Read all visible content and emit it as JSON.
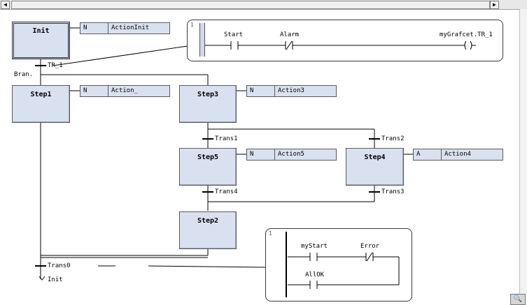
{
  "scrollbar": {
    "left_arrow": "◀",
    "right_arrow": "▶"
  },
  "steps": {
    "init": "Init",
    "step1": "Step1",
    "step3": "Step3",
    "step5": "Step5",
    "step4": "Step4",
    "step2": "Step2"
  },
  "actions": {
    "init": {
      "qualifier": "N",
      "name": "ActionInit"
    },
    "step1": {
      "qualifier": "N",
      "name": "Action_"
    },
    "step3": {
      "qualifier": "N",
      "name": "Action3"
    },
    "step5": {
      "qualifier": "N",
      "name": "Action5"
    },
    "step4": {
      "qualifier": "A",
      "name": "Action4"
    }
  },
  "transitions": {
    "tr1": "TR_1",
    "trans1": "Trans1",
    "trans2": "Trans2",
    "trans4": "Trans4",
    "trans3": "Trans3",
    "trans0": "Trans0"
  },
  "branch_label": "Bran.",
  "jump_label": "Init",
  "ladder_tr1": {
    "rung": "1",
    "contact1": "Start",
    "contact2": "Alarm",
    "coil": "myGrafcet.TR_1"
  },
  "ladder_trans0": {
    "rung": "1",
    "contact1": "myStart",
    "contact2": "Error",
    "contact3": "AllOK"
  },
  "corner_icon": "magnifier-icon"
}
